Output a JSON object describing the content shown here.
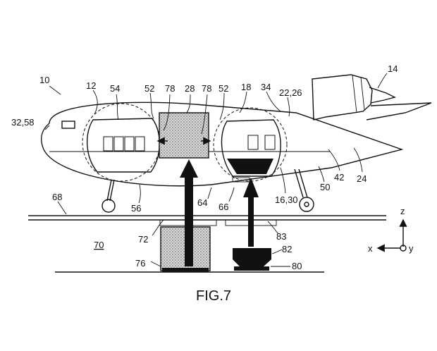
{
  "figure": {
    "caption": "FIG.7",
    "labels": {
      "l10": "10",
      "l12": "12",
      "l54": "54",
      "l52a": "52",
      "l78a": "78",
      "l28": "28",
      "l78b": "78",
      "l52b": "52",
      "l18": "18",
      "l34": "34",
      "l2226": "22,26",
      "l14": "14",
      "l3258": "32,58",
      "l42": "42",
      "l24": "24",
      "l50": "50",
      "l1630": "16,30",
      "l64": "64",
      "l66": "66",
      "l56": "56",
      "l68": "68",
      "l72": "72",
      "l70": "70",
      "l76": "76",
      "l83": "83",
      "l82": "82",
      "l80": "80"
    },
    "axes": {
      "z": "z",
      "x": "x",
      "y": "y"
    }
  }
}
